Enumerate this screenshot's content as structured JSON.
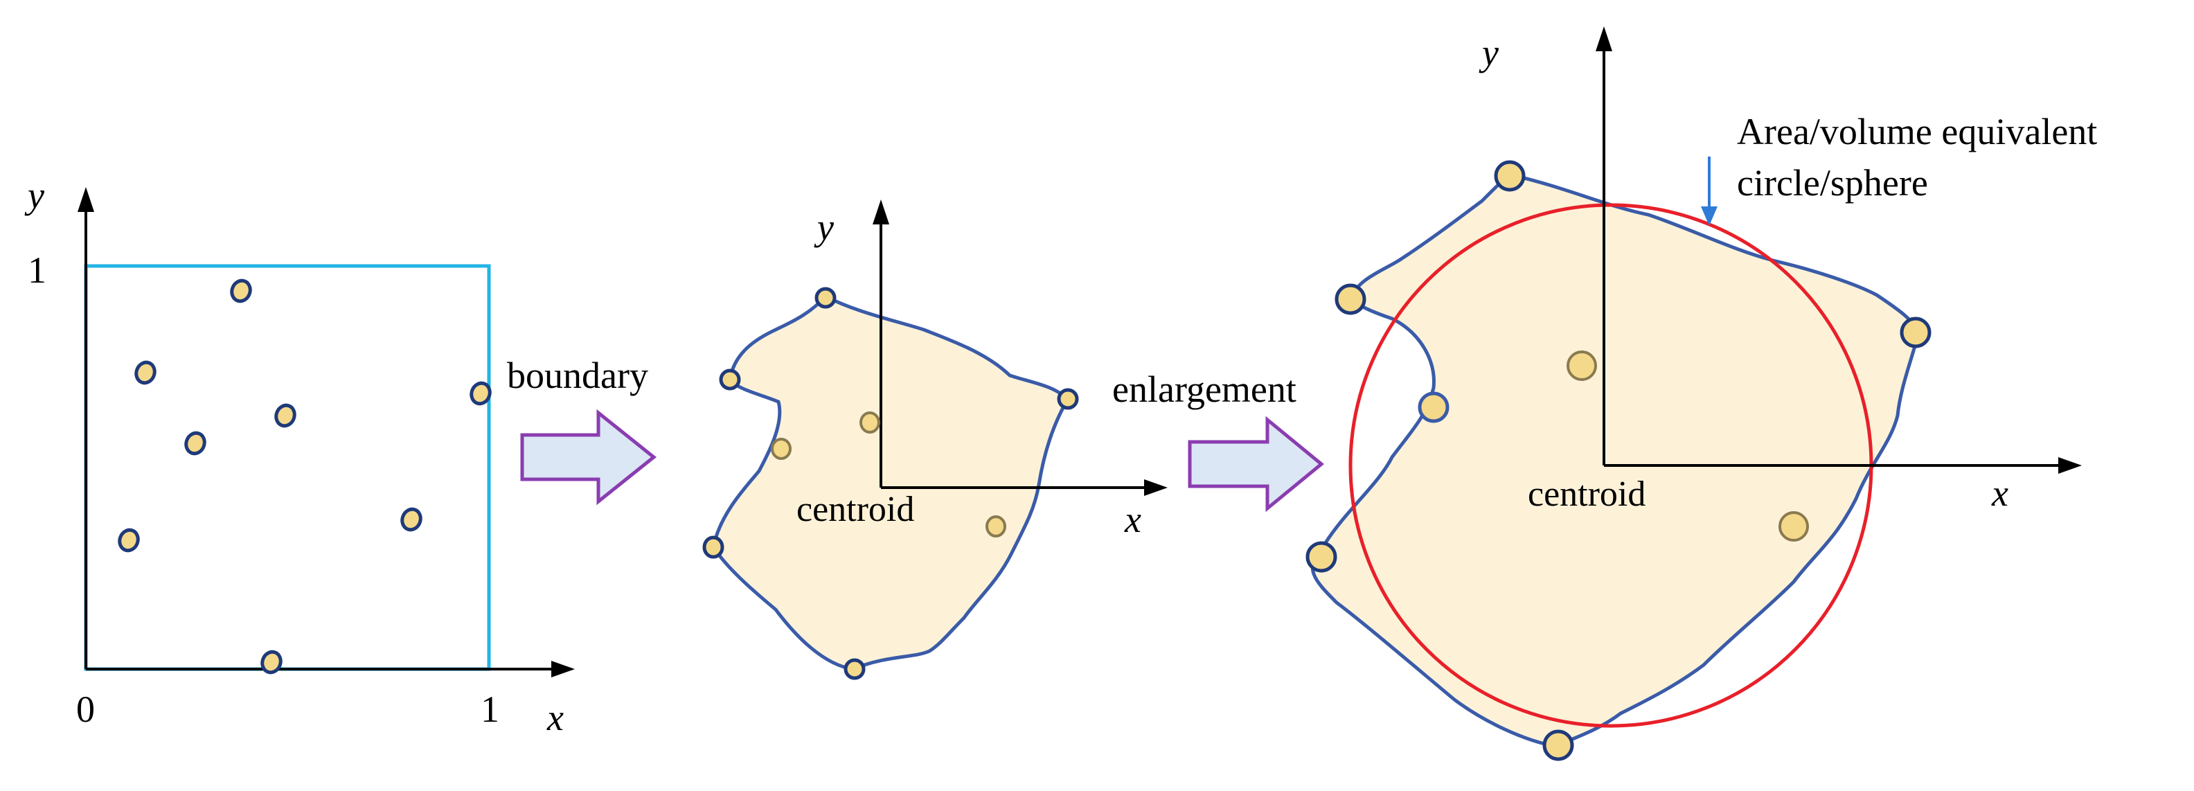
{
  "labels": {
    "panel1_y": "y",
    "panel1_x": "x",
    "panel1_one_y": "1",
    "panel1_zero": "0",
    "panel1_one_x": "1",
    "boundary": "boundary",
    "panel2_y": "y",
    "panel2_x": "x",
    "panel2_centroid": "centroid",
    "enlargement": "enlargement",
    "panel3_y": "y",
    "panel3_x": "x",
    "panel3_centroid": "centroid",
    "annotation_line1": "Area/volume equivalent",
    "annotation_line2": "circle/sphere"
  },
  "colors": {
    "square_border": "#22B4E6",
    "particle_fill": "#F5D98A",
    "particle_stroke": "#1F3A7A",
    "shape_fill": "#FDF2D8",
    "shape_stroke": "#3A5BA8",
    "circle": "#E8202A",
    "block_arrow_fill": "#DCE7F5",
    "block_arrow_stroke": "#8A3DB0",
    "annotation_arrow": "#2F7BD8"
  }
}
